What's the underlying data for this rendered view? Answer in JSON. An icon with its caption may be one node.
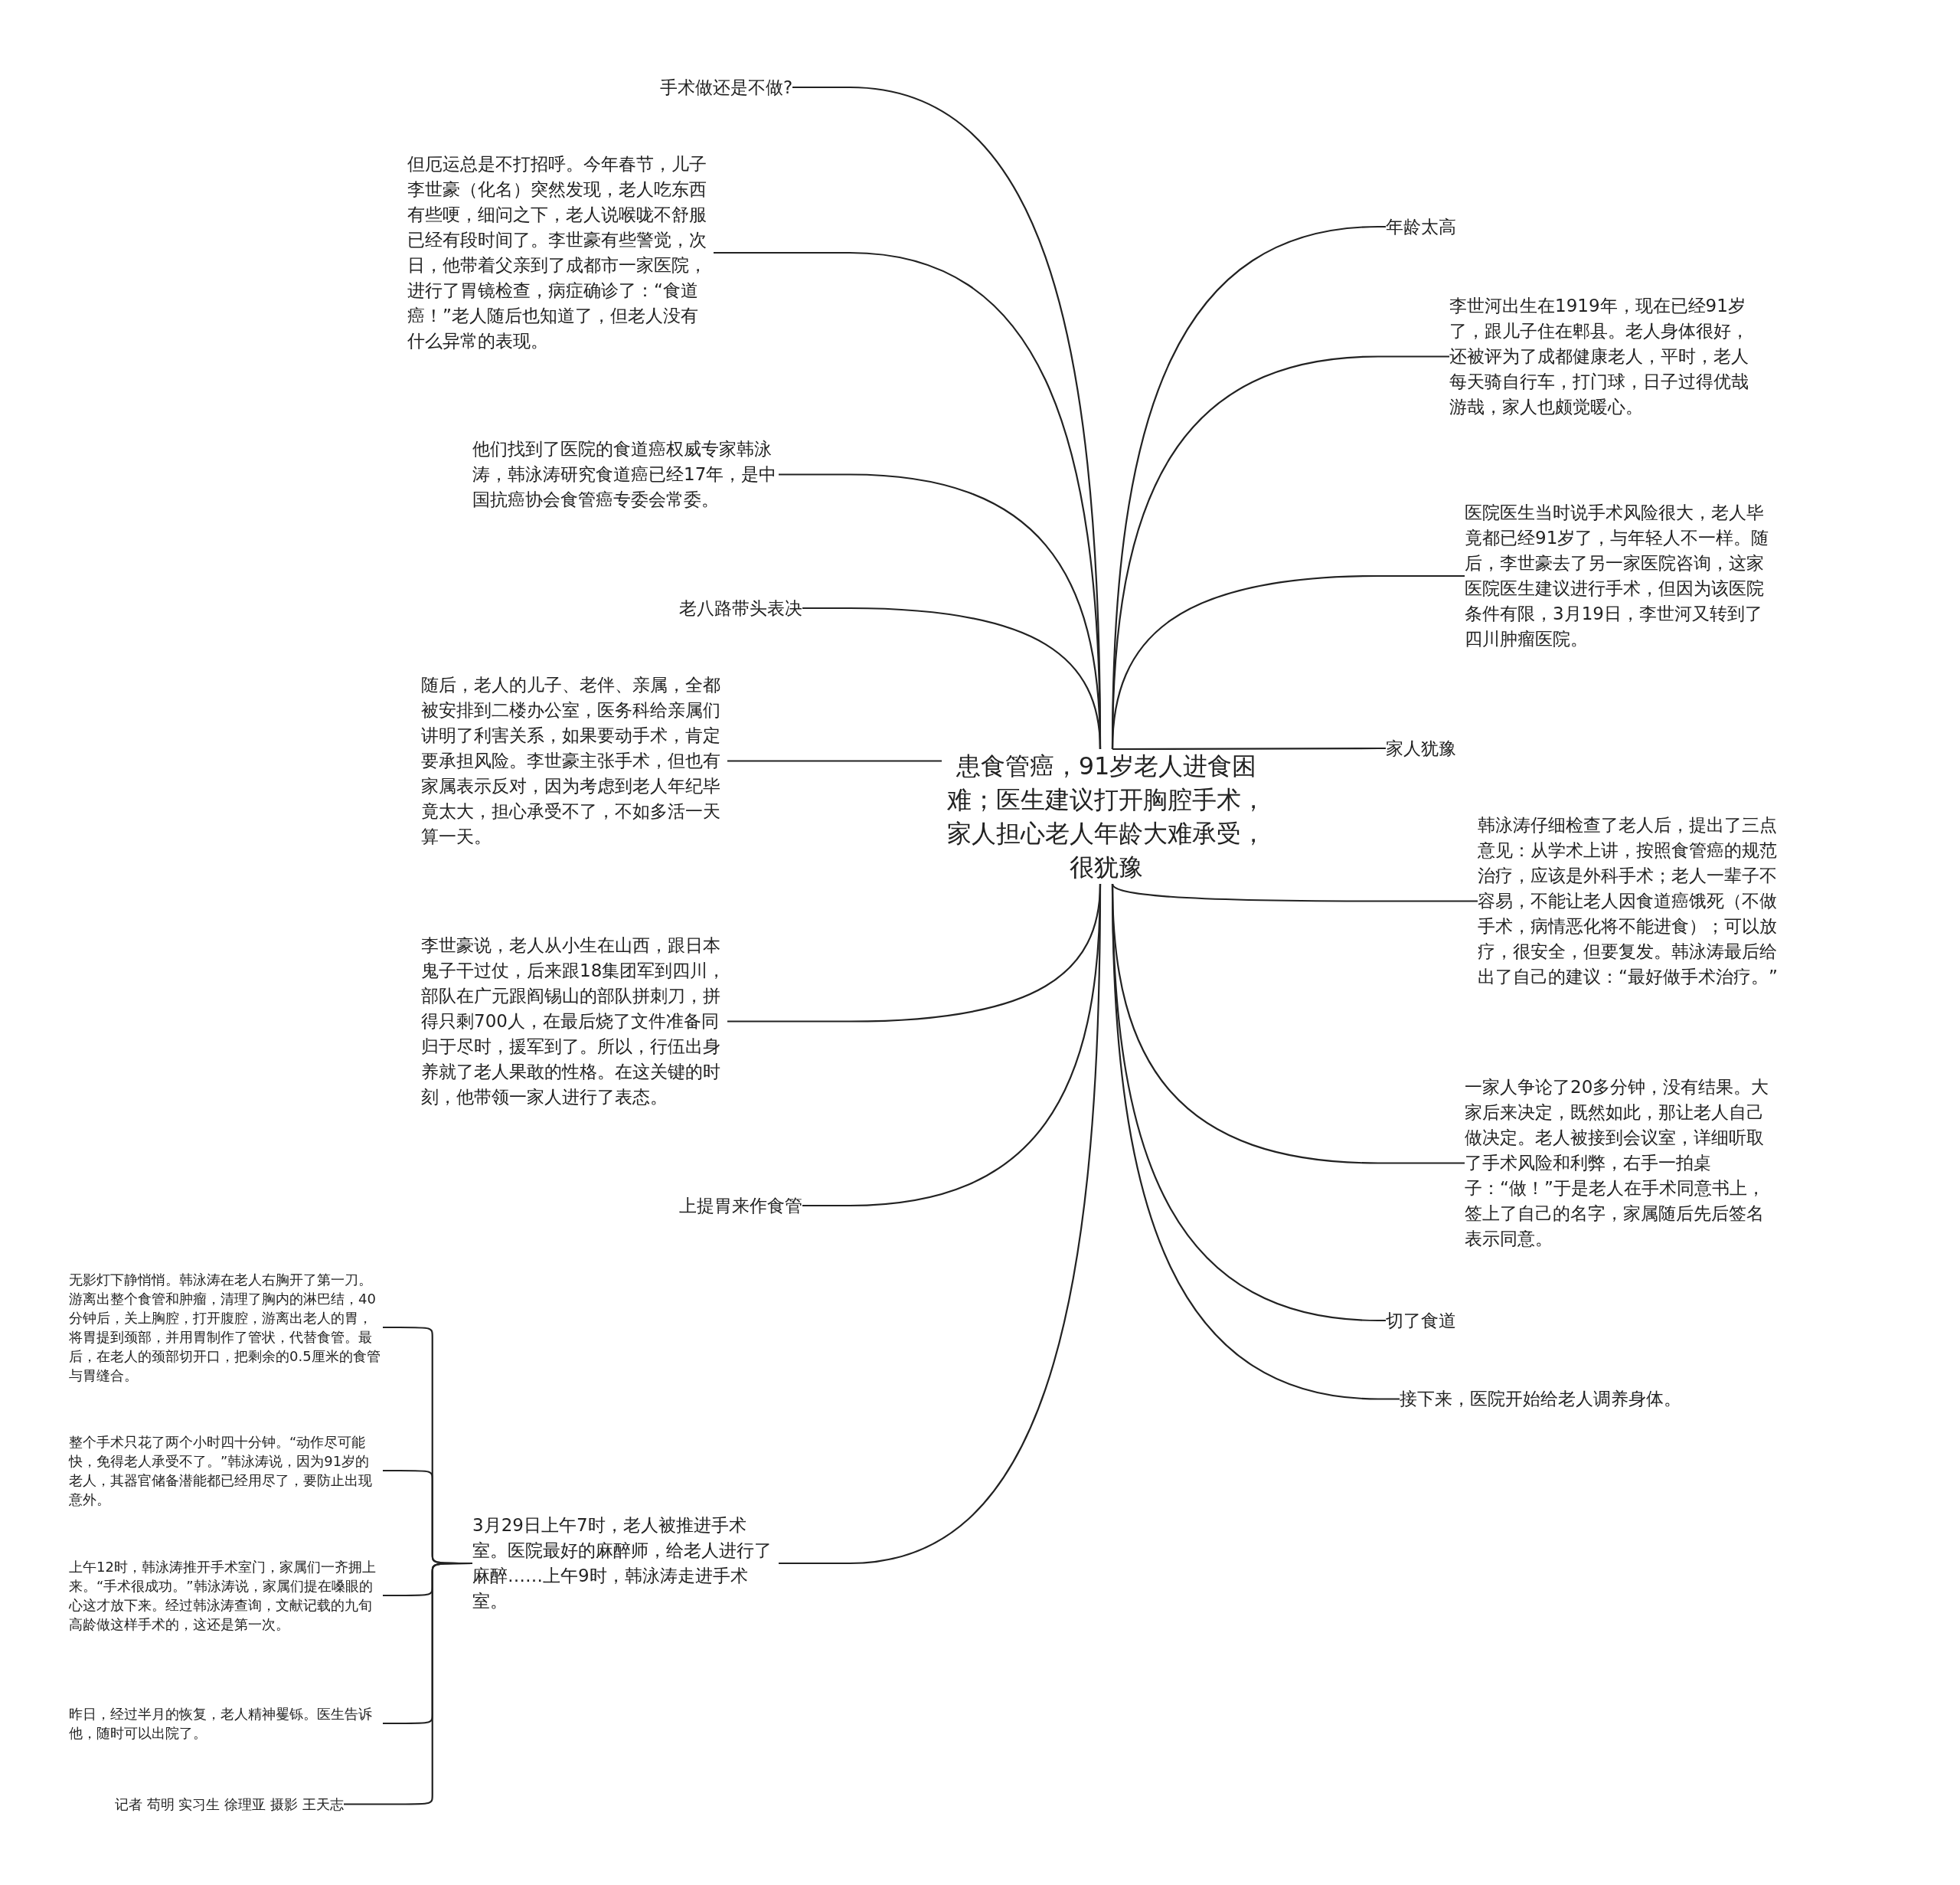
{
  "diagram": {
    "nodes": [
      {
        "text": [
          "患食管癌，91岁老人进食困难；医生建议打开胸腔手术，家人担心老人年龄大难承受，很犹豫"
        ]
      },
      {
        "text": [
          "手术做还是不做?"
        ]
      },
      {
        "text": [
          "但厄运总是不打招呼。今年春节，儿子李世豪（化名）突然发现，老人吃东西有些哽，细问之下，老人说喉咙不舒服已经有段时间了。李世豪有些警觉，次日，他带着父亲到了成都市一家医院，进行了胃镜检查，病症确诊了：“食道癌！”老人随后也知道了，但老人没有什么异常的表现。"
        ]
      },
      {
        "text": [
          "他们找到了医院的食道癌权威专家韩泳涛，韩泳涛研究食道癌已经17年，是中国抗癌协会食管癌专委会常委。"
        ]
      },
      {
        "text": [
          "老八路带头表决"
        ]
      },
      {
        "text": [
          "随后，老人的儿子、老伴、亲属，全都被安排到二楼办公室，医务科给亲属们讲明了利害关系，如果要动手术，肯定要承担风险。李世豪主张手术，但也有家属表示反对，因为考虑到老人年纪毕竟太大，担心承受不了，不如多活一天算一天。"
        ]
      },
      {
        "text": [
          "李世豪说，老人从小生在山西，跟日本鬼子干过仗，后来跟18集团军到四川，部队在广元跟阎锡山的部队拼刺刀，拼得只剩700人，在最后烧了文件准备同归于尽时，援军到了。所以，行伍出身养就了老人果敢的性格。在这关键的时刻，他带领一家人进行了表态。"
        ]
      },
      {
        "text": [
          "上提胃来作食管"
        ]
      },
      {
        "text": [
          "3月29日上午7时，老人被推进手术室。医院最好的麻醉师，给老人进行了麻醉……上午9时，韩泳涛走进手术室。"
        ]
      },
      {
        "text": [
          "无影灯下静悄悄。韩泳涛在老人右胸开了第一刀。游离出整个食管和肿瘤，清理了胸内的淋巴结，40分钟后，关上胸腔，打开腹腔，游离出老人的胃，将胃提到颈部，并用胃制作了管状，代替食管。最后，在老人的颈部切开口，把剩余的0.5厘米的食管与胃缝合。"
        ]
      },
      {
        "text": [
          "整个手术只花了两个小时四十分钟。“动作尽可能快，免得老人承受不了。”韩泳涛说，因为91岁的老人，其器官储备潜能都已经用尽了，要防止出现意外。"
        ]
      },
      {
        "text": [
          "上午12时，韩泳涛推开手术室门，家属们一齐拥上来。“手术很成功。”韩泳涛说，家属们提在嗓眼的心这才放下来。经过韩泳涛查询，文献记载的九旬高龄做这样手术的，这还是第一次。"
        ]
      },
      {
        "text": [
          "昨日，经过半月的恢复，老人精神矍铄。医生告诉他，随时可以出院了。"
        ]
      },
      {
        "text": [
          "记者 苟明 实习生 徐理亚 摄影 王天志"
        ]
      },
      {
        "text": [
          "年龄太高"
        ]
      },
      {
        "text": [
          "李世河出生在1919年，现在已经91岁了，跟儿子住在郫县。老人身体很好，还被评为了成都健康老人，平时，老人每天骑自行车，打门球，日子过得优哉游哉，家人也颇觉暖心。"
        ]
      },
      {
        "text": [
          "医院医生当时说手术风险很大，老人毕竟都已经91岁了，与年轻人不一样。随后，李世豪去了另一家医院咨询，这家医院医生建议进行手术，但因为该医院条件有限，3月19日，李世河又转到了四川肿瘤医院。"
        ]
      },
      {
        "text": [
          "家人犹豫"
        ]
      },
      {
        "text": [
          "韩泳涛仔细检查了老人后，提出了三点意见：从学术上讲，按照食管癌的规范治疗，应该是外科手术；老人一辈子不容易，不能让老人因食道癌饿死（不做手术，病情恶化将不能进食）；可以放疗，很安全，但要复发。韩泳涛最后给出了自己的建议：“最好做手术治疗。”"
        ]
      },
      {
        "text": [
          "一家人争论了20多分钟，没有结果。大家后来决定，既然如此，那让老人自己做决定。老人被接到会议室，详细听取了手术风险和利弊，右手一拍桌子：“做！”于是老人在手术同意书上，签上了自己的名字，家属随后先后签名表示同意。"
        ]
      },
      {
        "text": [
          "切了食道"
        ]
      },
      {
        "text": [
          "接下来，医院开始给老人调养身体。"
        ]
      }
    ],
    "edges": [
      {
        "from": 0,
        "to": 1,
        "arrow": "none"
      },
      {
        "from": 0,
        "to": 2,
        "arrow": "none"
      },
      {
        "from": 0,
        "to": 3,
        "arrow": "none"
      },
      {
        "from": 0,
        "to": 4,
        "arrow": "none"
      },
      {
        "from": 0,
        "to": 5,
        "arrow": "none"
      },
      {
        "from": 0,
        "to": 6,
        "arrow": "none"
      },
      {
        "from": 0,
        "to": 7,
        "arrow": "none"
      },
      {
        "from": 0,
        "to": 8,
        "arrow": "none"
      },
      {
        "from": 8,
        "to": 9,
        "arrow": "none"
      },
      {
        "from": 8,
        "to": 10,
        "arrow": "none"
      },
      {
        "from": 8,
        "to": 11,
        "arrow": "none"
      },
      {
        "from": 8,
        "to": 12,
        "arrow": "none"
      },
      {
        "from": 8,
        "to": 13,
        "arrow": "none"
      },
      {
        "from": 0,
        "to": 14,
        "arrow": "none"
      },
      {
        "from": 0,
        "to": 15,
        "arrow": "none"
      },
      {
        "from": 0,
        "to": 16,
        "arrow": "none"
      },
      {
        "from": 0,
        "to": 17,
        "arrow": "none"
      },
      {
        "from": 0,
        "to": 18,
        "arrow": "none"
      },
      {
        "from": 0,
        "to": 19,
        "arrow": "none"
      },
      {
        "from": 0,
        "to": 20,
        "arrow": "none"
      },
      {
        "from": 0,
        "to": 21,
        "arrow": "none"
      }
    ]
  }
}
